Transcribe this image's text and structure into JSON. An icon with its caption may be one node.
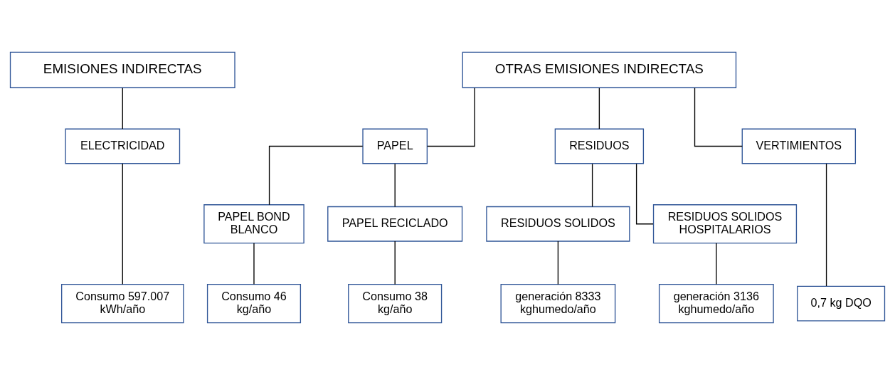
{
  "diagram": {
    "nodes": [
      {
        "text": [
          "EMISIONES INDIRECTAS"
        ]
      },
      {
        "text": [
          "OTRAS EMISIONES INDIRECTAS"
        ]
      },
      {
        "text": [
          "ELECTRICIDAD"
        ]
      },
      {
        "text": [
          "PAPEL"
        ]
      },
      {
        "text": [
          "RESIDUOS"
        ]
      },
      {
        "text": [
          "VERTIMIENTOS"
        ]
      },
      {
        "text": [
          "PAPEL BOND BLANCO"
        ]
      },
      {
        "text": [
          "PAPEL RECICLADO"
        ]
      },
      {
        "text": [
          "RESIDUOS SOLIDOS"
        ]
      },
      {
        "text": [
          "RESIDUOS SOLIDOS HOSPITALARIOS"
        ]
      },
      {
        "text": [
          "Consumo 597.007 kWh/año"
        ]
      },
      {
        "text": [
          "Consumo 46 kg/año"
        ]
      },
      {
        "text": [
          "Consumo 38 kg/año"
        ]
      },
      {
        "text": [
          "generación 8333 kghumedo/año"
        ]
      },
      {
        "text": [
          "generación 3136 kghumedo/año"
        ]
      },
      {
        "text": [
          "0,7 kg DQO"
        ]
      }
    ],
    "edges": [
      {
        "from": 0,
        "to": 2,
        "arrow": "none"
      },
      {
        "from": 1,
        "to": 3,
        "arrow": "none"
      },
      {
        "from": 1,
        "to": 4,
        "arrow": "none"
      },
      {
        "from": 1,
        "to": 5,
        "arrow": "none"
      },
      {
        "from": 3,
        "to": 6,
        "arrow": "none"
      },
      {
        "from": 3,
        "to": 7,
        "arrow": "none"
      },
      {
        "from": 4,
        "to": 8,
        "arrow": "none"
      },
      {
        "from": 4,
        "to": 9,
        "arrow": "none"
      },
      {
        "from": 2,
        "to": 10,
        "arrow": "none"
      },
      {
        "from": 6,
        "to": 11,
        "arrow": "none"
      },
      {
        "from": 7,
        "to": 12,
        "arrow": "none"
      },
      {
        "from": 8,
        "to": 13,
        "arrow": "none"
      },
      {
        "from": 9,
        "to": 14,
        "arrow": "none"
      },
      {
        "from": 5,
        "to": 15,
        "arrow": "none"
      }
    ]
  }
}
